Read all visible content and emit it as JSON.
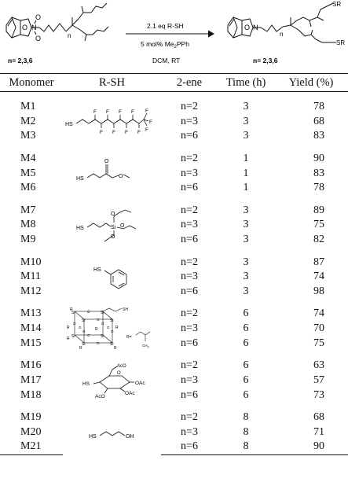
{
  "scheme": {
    "reagent_1": "2.1 eq R-SH",
    "reagent_2": "5 mol% Me",
    "reagent_2_sub": "2",
    "reagent_2_end": "PPh",
    "solvent": "DCM, RT",
    "label_left": "n= 2,3,6",
    "label_right": "n= 2,3,6",
    "sub_n": "n",
    "sr_top": "SR",
    "sr_bottom": "SR",
    "atoms": {
      "O": "O",
      "N": "N",
      "S": "S"
    }
  },
  "table": {
    "headers": {
      "monomer": "Monomer",
      "rsh": "R-SH",
      "ene": "2-ene",
      "time": "Time (h)",
      "yield": "Yield (%)"
    },
    "groups": [
      {
        "thiol": "fluoro",
        "rows": [
          {
            "monomer": "M1",
            "ene": "n=2",
            "time": "3",
            "yield": "78"
          },
          {
            "monomer": "M2",
            "ene": "n=3",
            "time": "3",
            "yield": "68"
          },
          {
            "monomer": "M3",
            "ene": "n=6",
            "time": "3",
            "yield": "83"
          }
        ]
      },
      {
        "thiol": "ester",
        "rows": [
          {
            "monomer": "M4",
            "ene": "n=2",
            "time": "1",
            "yield": "90"
          },
          {
            "monomer": "M5",
            "ene": "n=3",
            "time": "1",
            "yield": "83"
          },
          {
            "monomer": "M6",
            "ene": "n=6",
            "time": "1",
            "yield": "78"
          }
        ]
      },
      {
        "thiol": "silane",
        "rows": [
          {
            "monomer": "M7",
            "ene": "n=2",
            "time": "3",
            "yield": "89"
          },
          {
            "monomer": "M8",
            "ene": "n=3",
            "time": "3",
            "yield": "75"
          },
          {
            "monomer": "M9",
            "ene": "n=6",
            "time": "3",
            "yield": "82"
          }
        ]
      },
      {
        "thiol": "benzyl",
        "rows": [
          {
            "monomer": "M10",
            "ene": "n=2",
            "time": "3",
            "yield": "87"
          },
          {
            "monomer": "M11",
            "ene": "n=3",
            "time": "3",
            "yield": "74"
          },
          {
            "monomer": "M12",
            "ene": "n=6",
            "time": "3",
            "yield": "98"
          }
        ]
      },
      {
        "thiol": "poss",
        "rows": [
          {
            "monomer": "M13",
            "ene": "n=2",
            "time": "6",
            "yield": "74"
          },
          {
            "monomer": "M14",
            "ene": "n=3",
            "time": "6",
            "yield": "70"
          },
          {
            "monomer": "M15",
            "ene": "n=6",
            "time": "6",
            "yield": "75"
          }
        ]
      },
      {
        "thiol": "sugar",
        "rows": [
          {
            "monomer": "M16",
            "ene": "n=2",
            "time": "6",
            "yield": "63"
          },
          {
            "monomer": "M17",
            "ene": "n=3",
            "time": "6",
            "yield": "57"
          },
          {
            "monomer": "M18",
            "ene": "n=6",
            "time": "6",
            "yield": "73"
          }
        ]
      },
      {
        "thiol": "hydroxy",
        "rows": [
          {
            "monomer": "M19",
            "ene": "n=2",
            "time": "8",
            "yield": "68"
          },
          {
            "monomer": "M20",
            "ene": "n=3",
            "time": "8",
            "yield": "71"
          },
          {
            "monomer": "M21",
            "ene": "n=6",
            "time": "8",
            "yield": "90"
          }
        ]
      }
    ]
  },
  "structures": {
    "fluoro": {
      "hs": "HS",
      "f": "F"
    },
    "ester": {
      "hs": "HS",
      "o": "O"
    },
    "silane": {
      "hs": "HS",
      "si": "Si",
      "o": "O"
    },
    "benzyl": {
      "hs": "HS"
    },
    "poss": {
      "si": "Si",
      "o": "O",
      "r": "R",
      "sh": "SH",
      "r_eq": "R=",
      "ch3": "CH",
      "ch3_sub": "3"
    },
    "sugar": {
      "hs": "HS",
      "o": "O",
      "oac": "OAc",
      "aco": "AcO"
    },
    "hydroxy": {
      "hs": "HS",
      "oh": "OH"
    }
  }
}
